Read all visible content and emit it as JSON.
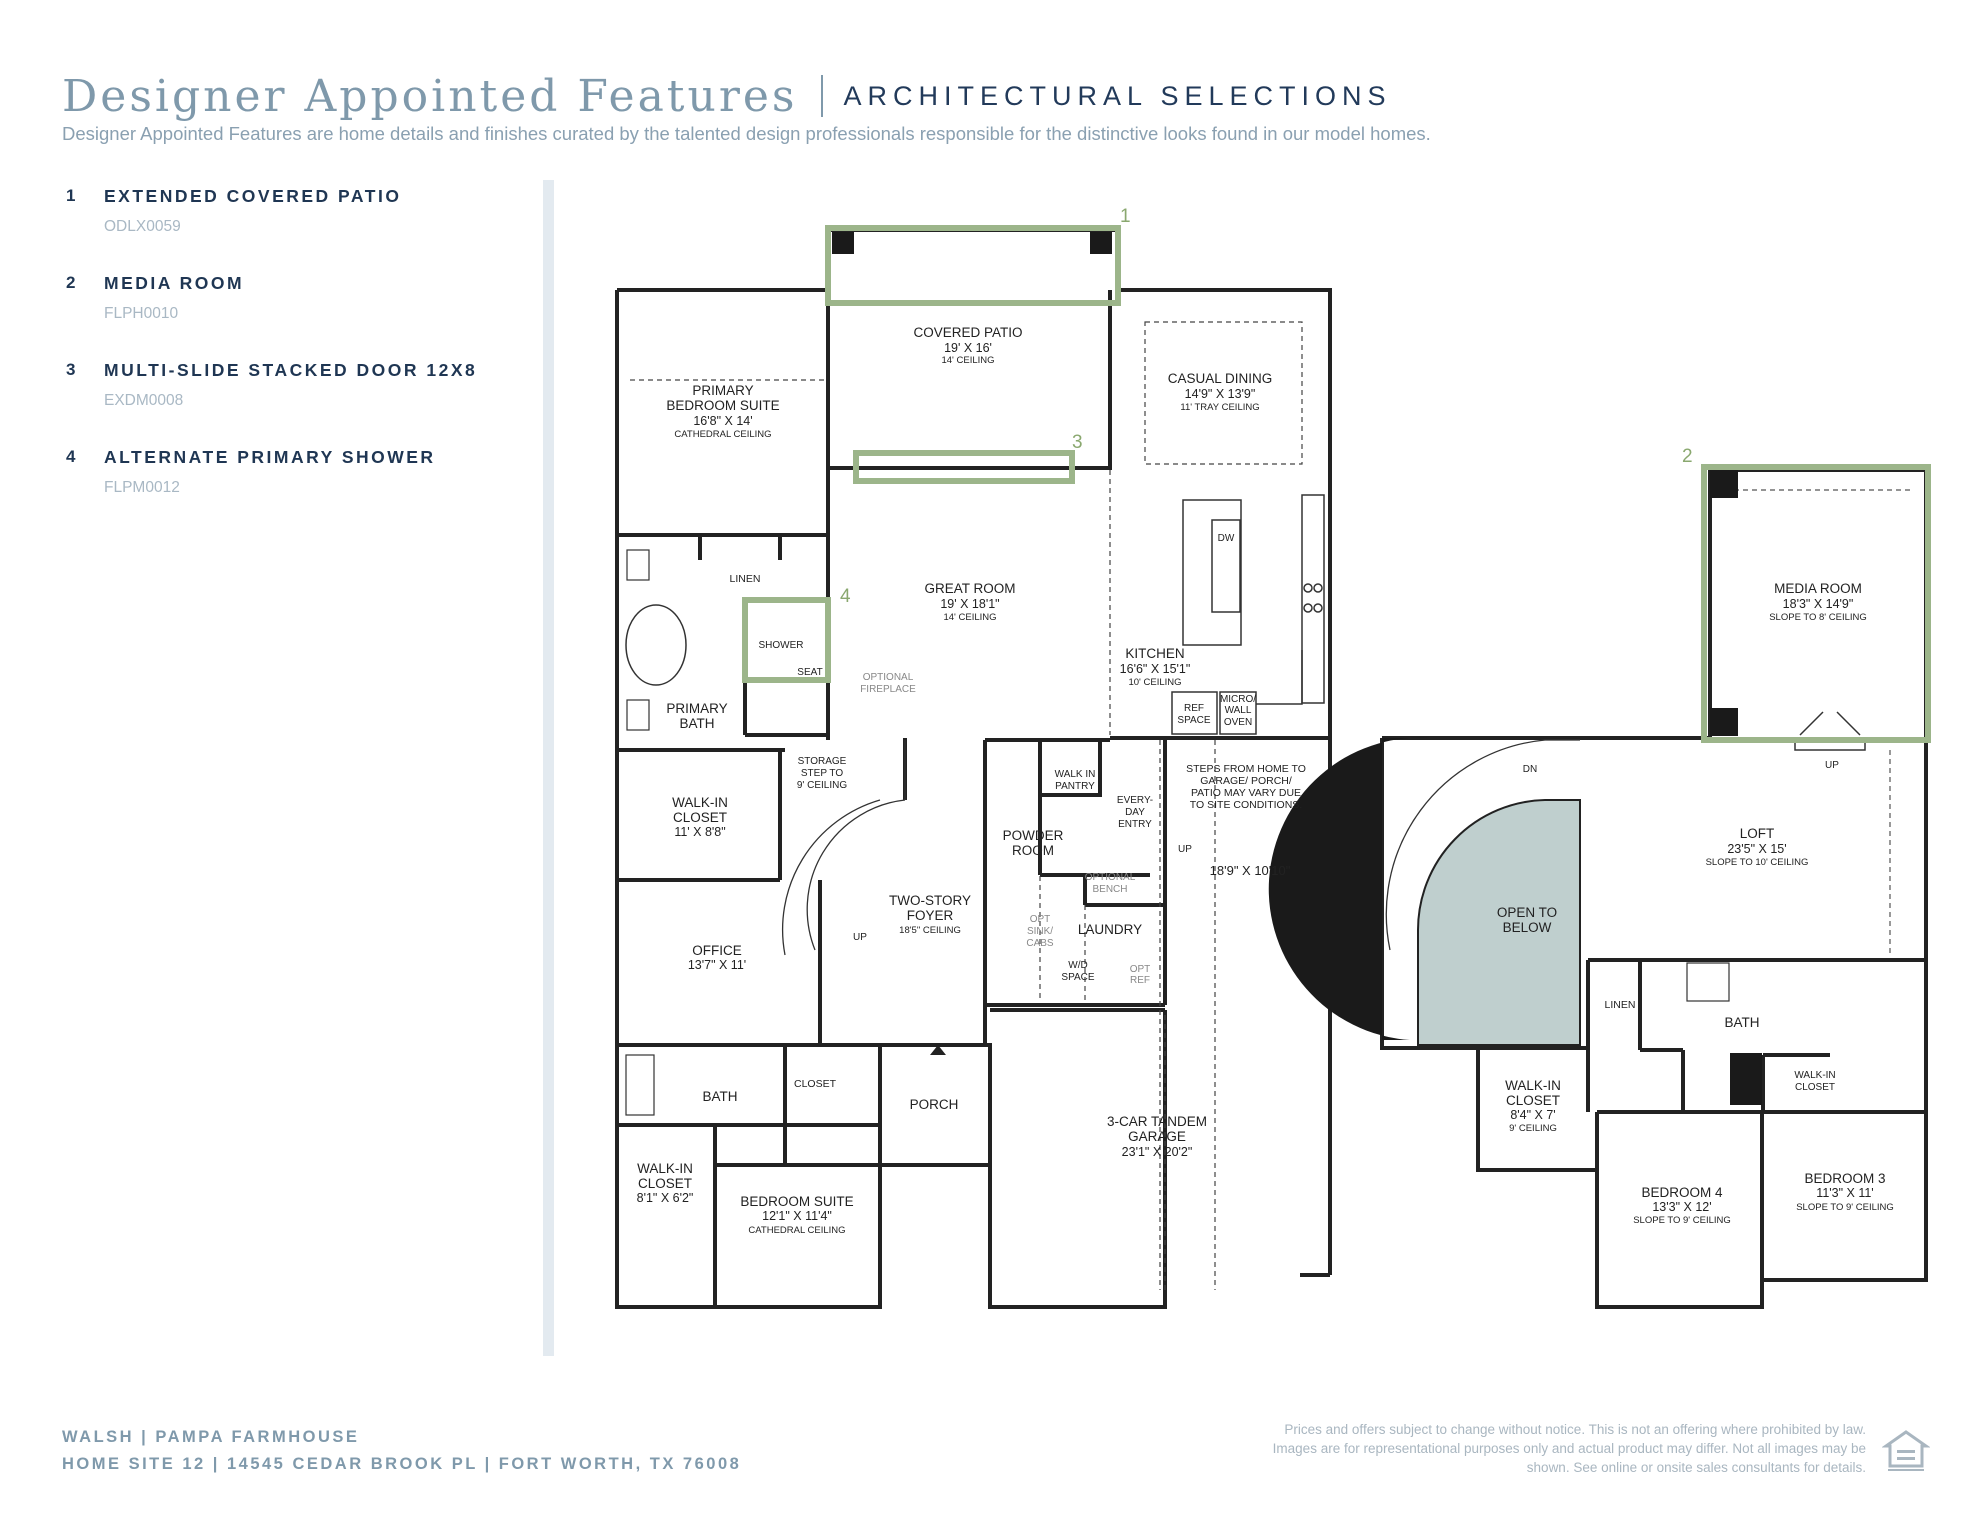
{
  "header": {
    "title": "Designer Appointed Features",
    "subtitle": "ARCHITECTURAL SELECTIONS",
    "intro": "Designer Appointed Features are home details and finishes curated by the talented design professionals responsible for the distinctive looks found in our model homes."
  },
  "selections": [
    {
      "num": "1",
      "name": "EXTENDED COVERED PATIO",
      "code": "ODLX0059"
    },
    {
      "num": "2",
      "name": "MEDIA ROOM",
      "code": "FLPH0010"
    },
    {
      "num": "3",
      "name": "MULTI-SLIDE STACKED DOOR 12X8",
      "code": "EXDM0008"
    },
    {
      "num": "4",
      "name": "ALTERNATE PRIMARY SHOWER",
      "code": "FLPM0012"
    }
  ],
  "markers": {
    "m1": "1",
    "m2": "2",
    "m3": "3",
    "m4": "4"
  },
  "rooms": {
    "covered_patio": {
      "name": "COVERED PATIO",
      "size": "19' X 16'",
      "note": "14' CEILING"
    },
    "casual_dining": {
      "name": "CASUAL DINING",
      "size": "14'9\" X 13'9\"",
      "note": "11' TRAY CEILING"
    },
    "primary_suite": {
      "name1": "PRIMARY",
      "name2": "BEDROOM SUITE",
      "size": "16'8\" X 14'",
      "note": "CATHEDRAL CEILING"
    },
    "great_room": {
      "name": "GREAT ROOM",
      "size": "19' X 18'1\"",
      "note": "14' CEILING"
    },
    "kitchen": {
      "name": "KITCHEN",
      "size": "16'6\" X 15'1\"",
      "note": "10' CEILING"
    },
    "linen": "LINEN",
    "shower": "SHOWER",
    "seat": "SEAT",
    "optional_fireplace1": "OPTIONAL",
    "optional_fireplace2": "FIREPLACE",
    "primary_bath1": "PRIMARY",
    "primary_bath2": "BATH",
    "dw": "DW",
    "ref_space1": "REF",
    "ref_space2": "SPACE",
    "micro1": "MICRO/",
    "micro2": "WALL",
    "micro3": "OVEN",
    "storage1": "STORAGE",
    "storage2": "STEP TO",
    "storage3": "9' CEILING",
    "walkin_pantry1": "WALK IN",
    "walkin_pantry2": "PANTRY",
    "everyday1": "EVERY-",
    "everyday2": "DAY",
    "everyday3": "ENTRY",
    "steps1": "STEPS FROM HOME TO",
    "steps2": "GARAGE/ PORCH/",
    "steps3": "PATIO MAY VARY DUE",
    "steps4": "TO SITE CONDITIONS.",
    "walkin_closet_main": {
      "name1": "WALK-IN",
      "name2": "CLOSET",
      "size": "11' X 8'8\""
    },
    "powder1": "POWDER",
    "powder2": "ROOM",
    "up1": "UP",
    "garage_dim": "18'9\" X 10'10\"",
    "optional_bench1": "OPTIONAL",
    "optional_bench2": "BENCH",
    "foyer": {
      "name1": "TWO-STORY",
      "name2": "FOYER",
      "note": "18'5\" CEILING"
    },
    "up2": "UP",
    "office": {
      "name": "OFFICE",
      "size": "13'7\" X 11'"
    },
    "opt_sink1": "OPT",
    "opt_sink2": "SINK/",
    "opt_sink3": "CABS",
    "laundry": "LAUNDRY",
    "wd1": "W/D",
    "wd2": "SPACE",
    "opt_ref1": "OPT",
    "opt_ref2": "REF",
    "bath_main": "BATH",
    "closet_main": "CLOSET",
    "porch": "PORCH",
    "garage": {
      "name1": "3-CAR TANDEM",
      "name2": "GARAGE",
      "size": "23'1\" X 20'2\""
    },
    "walkin_closet_small": {
      "name1": "WALK-IN",
      "name2": "CLOSET",
      "size": "8'1\" X 6'2\""
    },
    "bedroom_suite": {
      "name": "BEDROOM SUITE",
      "size": "12'1\" X 11'4\"",
      "note": "CATHEDRAL CEILING"
    },
    "media_room": {
      "name": "MEDIA ROOM",
      "size": "18'3\" X 14'9\"",
      "note": "SLOPE TO 8' CEILING"
    },
    "up3": "UP",
    "dn": "DN",
    "loft": {
      "name": "LOFT",
      "size": "23'5\" X 15'",
      "note": "SLOPE TO 10' CEILING"
    },
    "open_below1": "OPEN TO",
    "open_below2": "BELOW",
    "linen2": "LINEN",
    "bath_upper": "BATH",
    "walkin_closet_upper": {
      "name1": "WALK-IN",
      "name2": "CLOSET",
      "size": "8'4\" X 7'",
      "note": "9' CEILING"
    },
    "walkin_closet_upper2": {
      "name1": "WALK-IN",
      "name2": "CLOSET"
    },
    "bedroom4": {
      "name": "BEDROOM 4",
      "size": "13'3\" X 12'",
      "note": "SLOPE TO 9' CEILING"
    },
    "bedroom3": {
      "name": "BEDROOM 3",
      "size": "11'3\" X 11'",
      "note": "SLOPE TO 9' CEILING"
    }
  },
  "footer": {
    "line1": "WALSH  |  PAMPA FARMHOUSE",
    "line2": "HOME SITE 12  |  14545 CEDAR BROOK PL  |  FORT WORTH, TX 76008",
    "disclaimer": "Prices and offers subject to change without notice. This is not an offering where prohibited by law. Images are for representational purposes only and actual product may differ. Not all images may be shown. See online or onsite sales consultants for details.",
    "logo_icon": "equal-housing-opportunity-icon"
  },
  "colors": {
    "highlight": "#9cb58a",
    "navy": "#1f3653",
    "muted": "#7f99ab",
    "open_below": "#bfcfce"
  }
}
